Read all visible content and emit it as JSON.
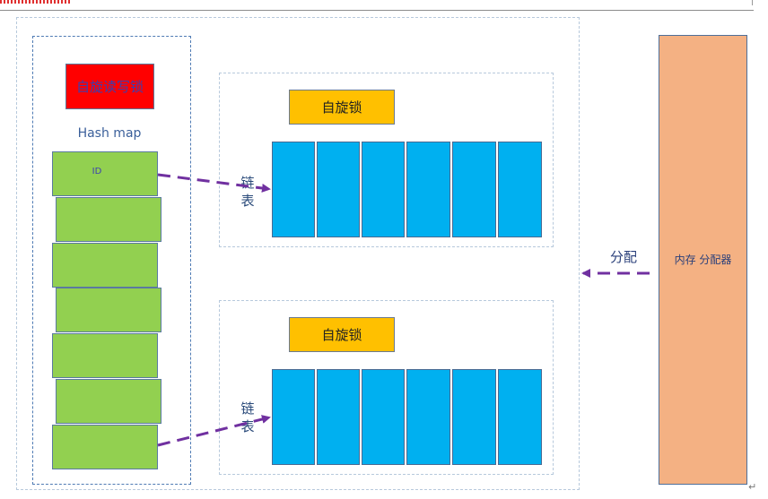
{
  "diagram": {
    "hash_lock_label": "自旋读写锁",
    "hash_map_label": "Hash map",
    "bucket_id_label": "ID",
    "buckets": 7,
    "panels": [
      {
        "lock_label": "自旋锁",
        "list_label": "链表",
        "cells": 6
      },
      {
        "lock_label": "自旋锁",
        "list_label": "链表",
        "cells": 6
      }
    ],
    "allocator_label": "内存 分配器",
    "allocate_label": "分配"
  },
  "colors": {
    "hash_lock": "#ff0000",
    "bucket": "#92d050",
    "spin_lock": "#ffc000",
    "list_cell": "#00b0f0",
    "allocator": "#f4b183",
    "arrow": "#7030a0"
  }
}
